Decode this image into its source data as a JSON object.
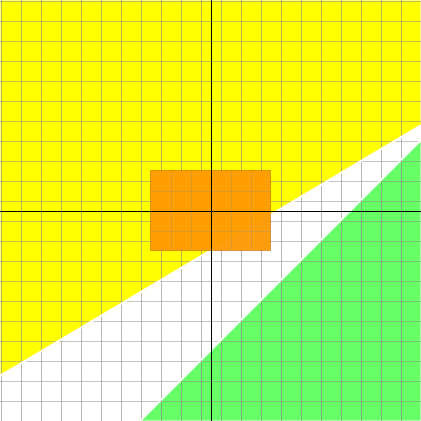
{
  "chart_data": {
    "type": "region-plot",
    "xlim": [
      -21,
      21
    ],
    "ylim": [
      -21,
      21
    ],
    "grid_step": 2,
    "grid": true,
    "axes": true,
    "regions": [
      {
        "color": "#ffff00",
        "polygon": [
          [
            -21,
            21
          ],
          [
            21,
            21
          ],
          [
            21,
            8.5
          ],
          [
            0,
            -4
          ],
          [
            -21,
            -16.5
          ]
        ]
      },
      {
        "color": "#66ff66",
        "polygon": [
          [
            -7,
            -21
          ],
          [
            21,
            -21
          ],
          [
            21,
            7
          ],
          [
            14,
            0
          ]
        ]
      }
    ],
    "boundaries": [
      {
        "color": "#ffffff",
        "points": [
          [
            -21,
            -16.5
          ],
          [
            21,
            8.5
          ]
        ]
      },
      {
        "color": "#ffffff",
        "points": [
          [
            -7,
            -21
          ],
          [
            21,
            7
          ]
        ]
      }
    ],
    "rectangles": [
      {
        "color": "#ff9900",
        "x": [
          -6,
          6
        ],
        "y": [
          -4,
          4
        ]
      }
    ]
  },
  "colors": {
    "background": "#ffffff",
    "grid": "#888888",
    "axis": "#000000",
    "rectangle_border": "#cc6600"
  }
}
